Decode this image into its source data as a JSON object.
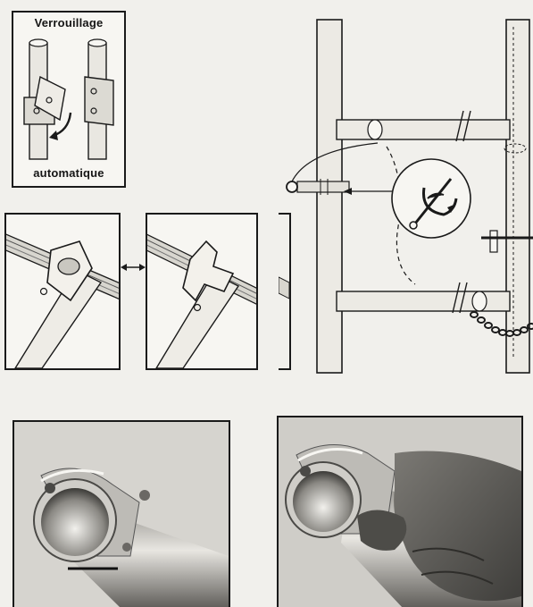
{
  "lock_panel": {
    "title_top": "Verrouillage",
    "title_bottom": "automatique"
  },
  "colors": {
    "ink": "#1a1a1a",
    "paper": "#f7f6f2",
    "tube_light": "#e9e7e1",
    "tube_shadow": "#9d9b95"
  },
  "icons": {
    "double_arrow": "double-headed-arrow",
    "rotation": "curved-arrow",
    "chain": "chain"
  }
}
